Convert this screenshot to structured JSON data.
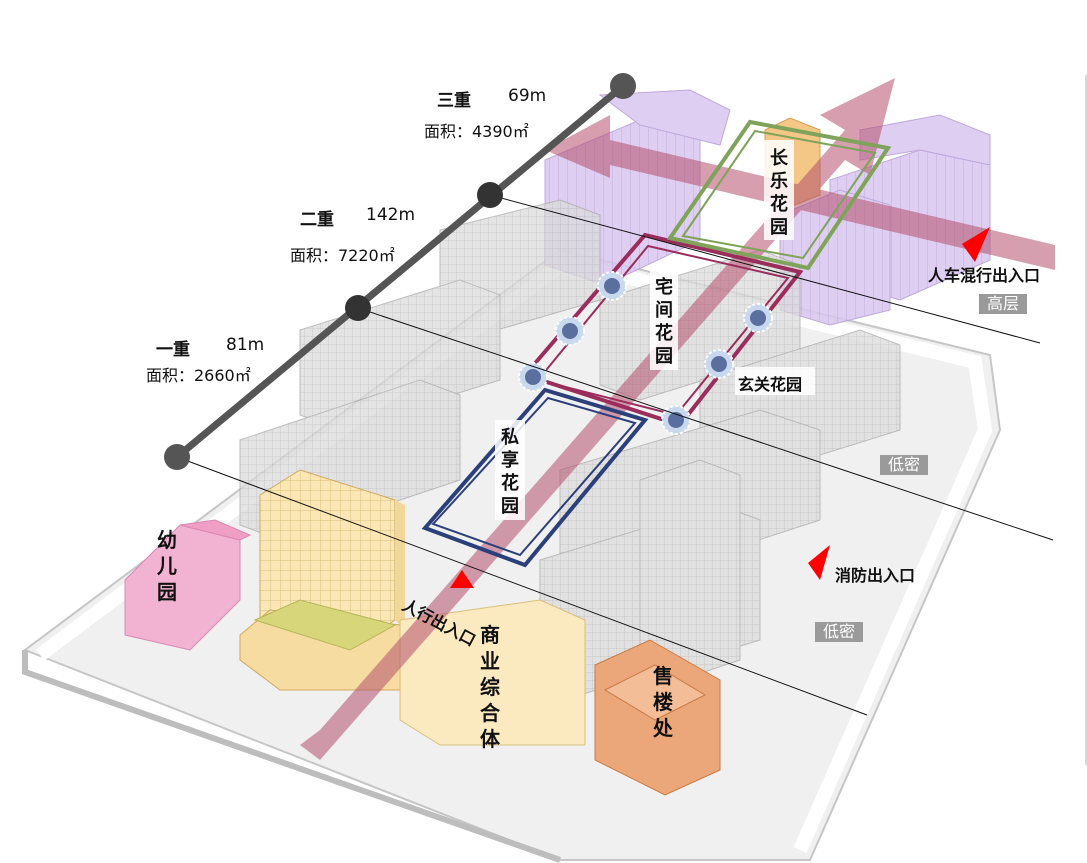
{
  "tiers": [
    {
      "name": "三重",
      "height": "69m",
      "area": "面积：4390㎡"
    },
    {
      "name": "二重",
      "height": "142m",
      "area": "面积：7220㎡"
    },
    {
      "name": "一重",
      "height": "81m",
      "area": "面积：2660㎡"
    }
  ],
  "gardens": {
    "changle": "长乐花园",
    "zhaijian": "宅间花园",
    "sixiang": "私享花园",
    "xuanguan": "玄关花园"
  },
  "buildings": {
    "kindergarten": "幼儿园",
    "commercial": "商业综合体",
    "sales": "售楼处"
  },
  "entrances": {
    "mixed": "人车混行出入口",
    "fire": "消防出入口",
    "pedestrian": "人行出入口"
  },
  "zones": {
    "high": "高层",
    "low_a": "低密",
    "low_b": "低密"
  },
  "colors": {
    "tier_ring_1": "#2b3f7a",
    "tier_ring_2": "#9a2d5c",
    "tier_ring_3": "#7fa35a",
    "axis_arrow": "#b5506e",
    "highrise": "#c9b3e6",
    "commercial": "#fbe6b4",
    "sales": "#e9a577",
    "kindergarten": "#ef9fc4",
    "entrance_marker": "#ff0000"
  }
}
